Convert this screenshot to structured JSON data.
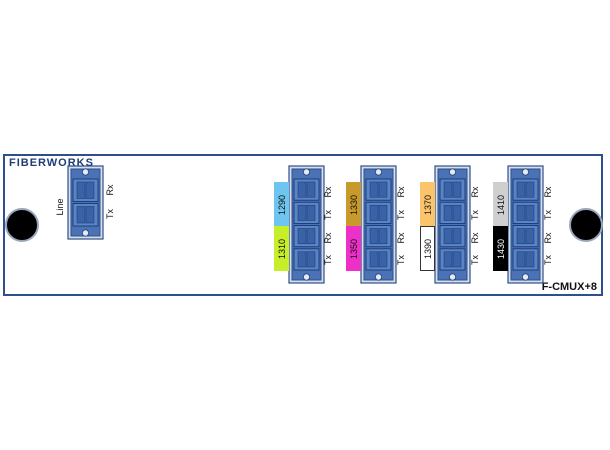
{
  "brand": "FIBERWORKS",
  "model": "F-CMUX+8",
  "line_port": {
    "name": "Line",
    "rx": "Rx",
    "tx": "Tx"
  },
  "channels": [
    {
      "wavelength": "1290",
      "color": "#6ec6f0",
      "side": "Rx"
    },
    {
      "wavelength": "1310",
      "color": "#c6ef2a",
      "side": "Tx"
    },
    {
      "wavelength": "1330",
      "color": "#c79a2b",
      "side": "Rx"
    },
    {
      "wavelength": "1350",
      "color": "#ee30c8",
      "side": "Tx"
    },
    {
      "wavelength": "1370",
      "color": "#fbc46a",
      "side": "Rx"
    },
    {
      "wavelength": "1390",
      "color": "#ffffff",
      "side": "Tx"
    },
    {
      "wavelength": "1410",
      "color": "#cfcfcf",
      "side": "Rx"
    },
    {
      "wavelength": "1430",
      "color": "#000000",
      "side": "Tx"
    }
  ],
  "port_labels": [
    "Rx",
    "Tx",
    "Rx",
    "Tx"
  ],
  "colors": {
    "frame": "#2d4f8e",
    "connector": "#4a72b4",
    "connector_dark": "#2a4f90"
  }
}
